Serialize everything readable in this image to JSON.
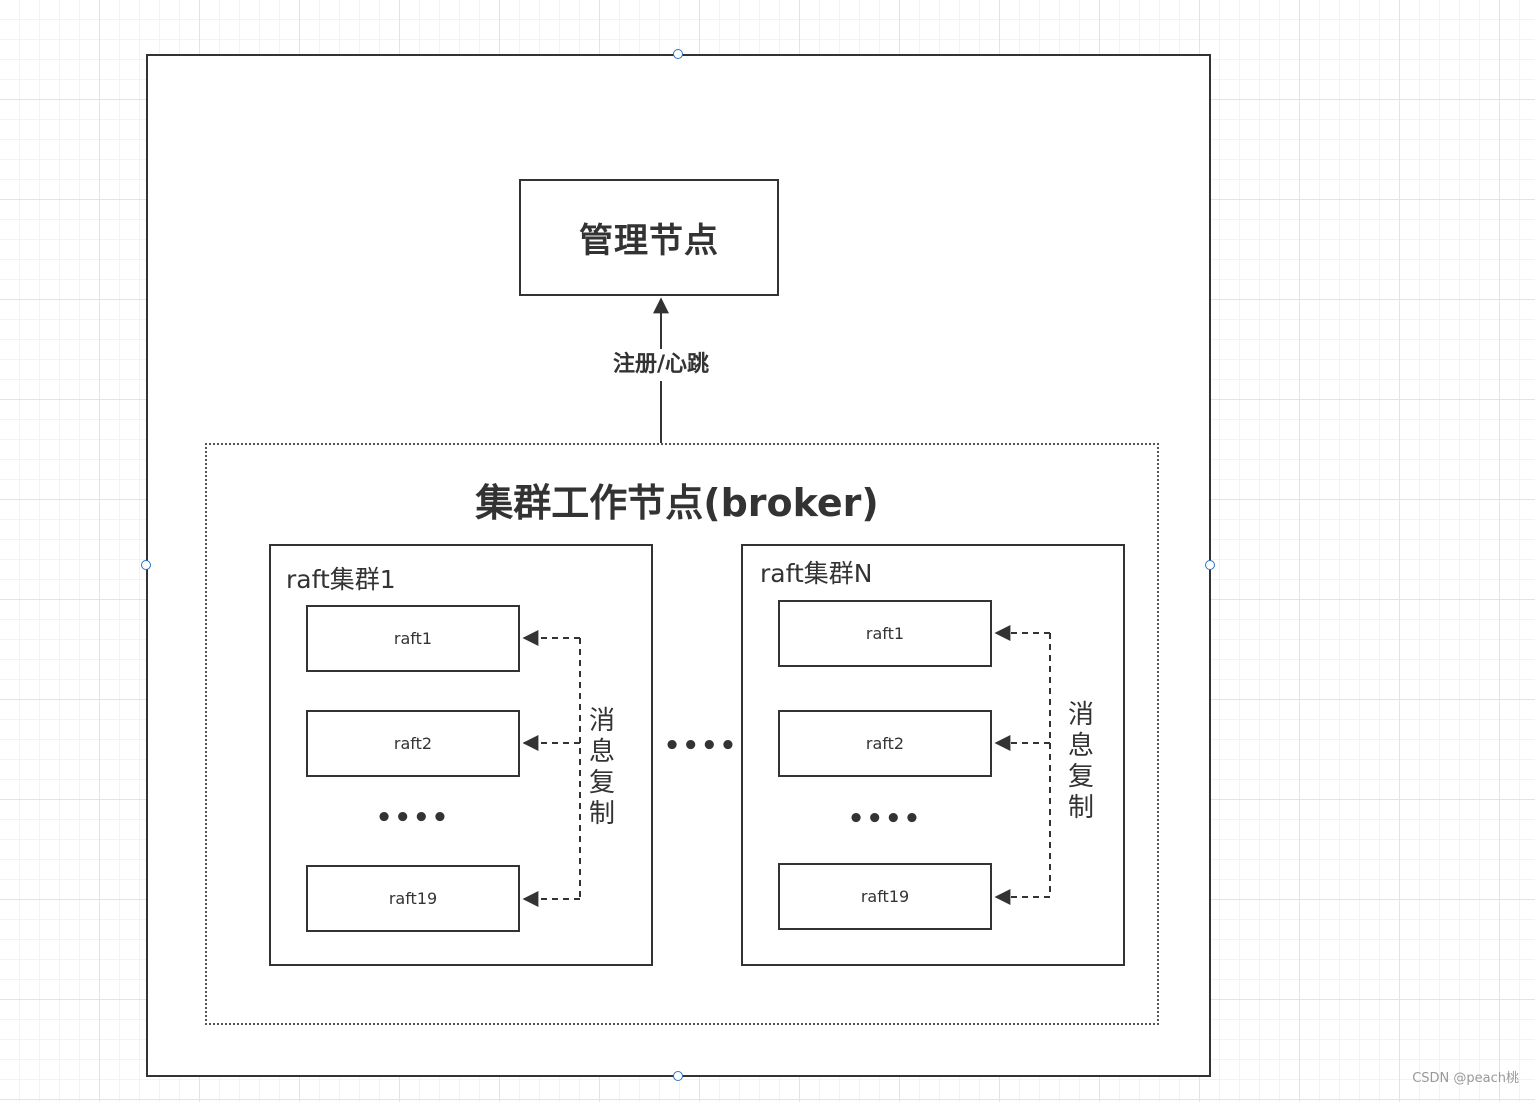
{
  "diagram": {
    "manager_node": "管理节点",
    "edge_label": "注册/心跳",
    "broker_group_title": "集群工作节点(broker)",
    "between_clusters_ellipsis": "••••",
    "clusters": [
      {
        "title": "raft集群1",
        "nodes": [
          "raft1",
          "raft2",
          "raft19"
        ],
        "ellipsis": "••••",
        "replication_label": [
          "消",
          "息",
          "复",
          "制"
        ]
      },
      {
        "title": "raft集群N",
        "nodes": [
          "raft1",
          "raft2",
          "raft19"
        ],
        "ellipsis": "••••",
        "replication_label": [
          "消",
          "息",
          "复",
          "制"
        ]
      }
    ]
  },
  "watermark": "CSDN @peach桃",
  "colors": {
    "stroke": "#333333",
    "selection_handle": "#2a74c6",
    "grid": "#e3e3e3"
  }
}
